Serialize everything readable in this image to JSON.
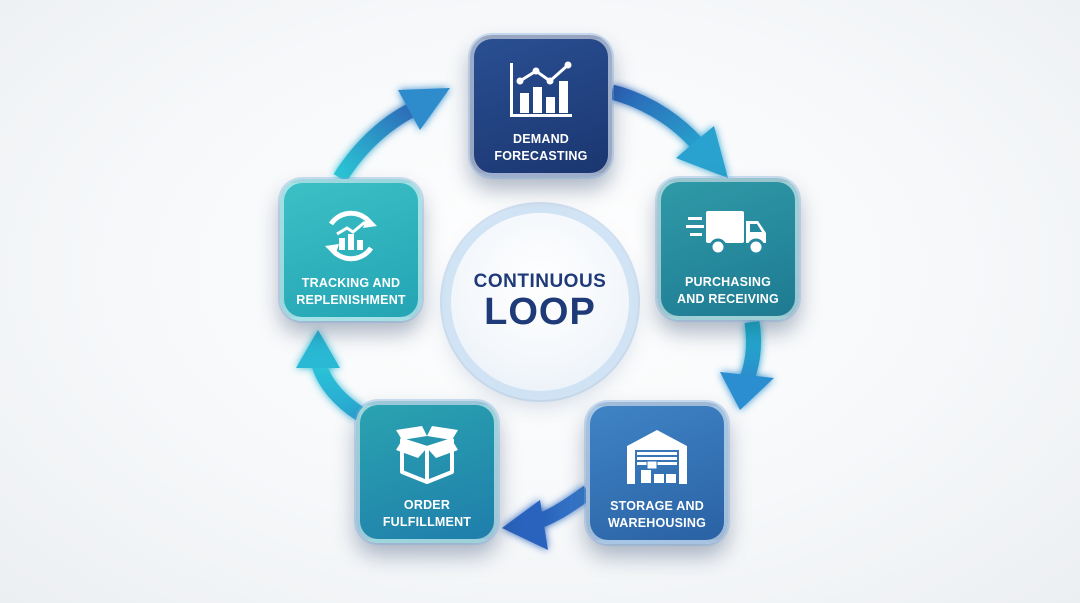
{
  "center": {
    "line1": "CONTINUOUS",
    "line2": "LOOP"
  },
  "nodes": [
    {
      "id": "demand",
      "name": "demand-forecasting-node",
      "icon": "bar-chart-trend-icon",
      "line1": "DEMAND",
      "line2": "FORECASTING"
    },
    {
      "id": "purchase",
      "name": "purchasing-and-receiving-node",
      "icon": "delivery-truck-icon",
      "line1": "PURCHASING",
      "line2": "AND RECEIVING"
    },
    {
      "id": "storage",
      "name": "storage-and-warehousing-node",
      "icon": "warehouse-icon",
      "line1": "STORAGE AND",
      "line2": "WAREHOUSING"
    },
    {
      "id": "order",
      "name": "order-fulfillment-node",
      "icon": "open-box-icon",
      "line1": "ORDER",
      "line2": "FULFILLMENT"
    },
    {
      "id": "tracking",
      "name": "tracking-and-replenishment-node",
      "icon": "refresh-chart-icon",
      "line1": "TRACKING AND",
      "line2": "REPLENISHMENT"
    }
  ],
  "colors": {
    "center_text": "#1f3a78",
    "demand": "#1f3f7e",
    "purchase": "#2789a0",
    "storage": "#3470b4",
    "order": "#2590ae",
    "tracking": "#2fb2bd",
    "arrow_cyan": "#22c1d6",
    "arrow_blue": "#2f6fc0"
  }
}
